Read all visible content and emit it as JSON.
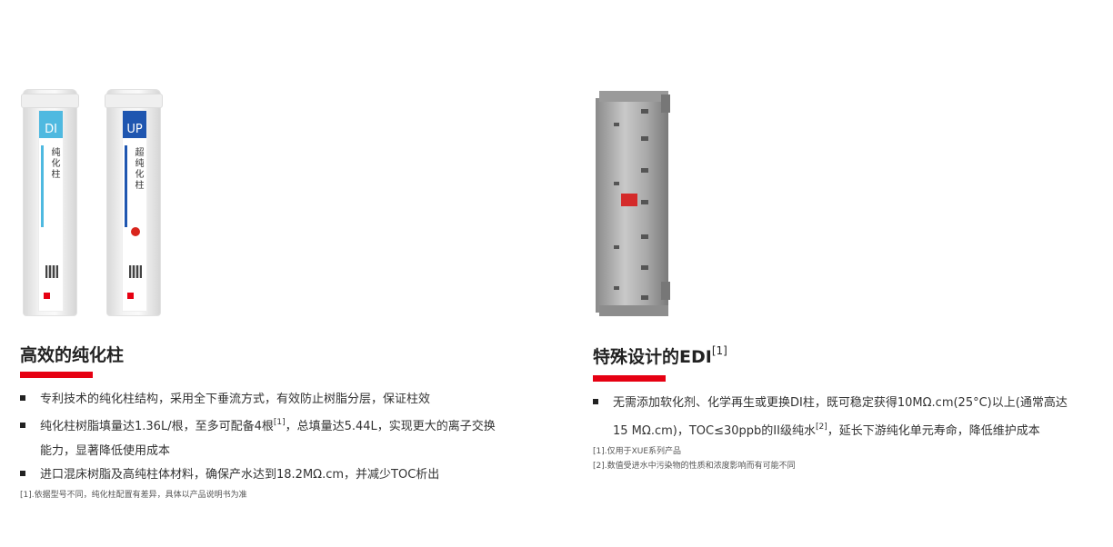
{
  "left": {
    "images": [
      {
        "badge": "DI",
        "name": "纯化柱",
        "color": "#4fb9e0"
      },
      {
        "badge": "UP",
        "name": "超纯化柱",
        "color": "#1f56b0"
      }
    ],
    "title": "高效的纯化柱",
    "bullets": [
      {
        "text": "专利技术的纯化柱结构，采用全下垂流方式，有效防止树脂分层，保证柱效"
      },
      {
        "text_a": "纯化柱树脂填量达1.36L/根，至多可配备4根",
        "sup": "[1]",
        "text_b": "，总填量达5.44L，实现更大的离子交换",
        "text_c": "能力，显著降低使用成本"
      },
      {
        "text": "进口混床树脂及高纯柱体材料，确保产水达到18.2MΩ.cm，并减少TOC析出"
      }
    ],
    "notes": [
      "[1].依据型号不同，纯化柱配置有差异，具体以产品说明书为准"
    ]
  },
  "right": {
    "title": "特殊设计的EDI",
    "title_sup": "[1]",
    "bullet": {
      "line1": "无需添加软化剂、化学再生或更换DI柱，既可稳定获得10MΩ.cm(25°C)以上(通常高达",
      "line2_a": "15 MΩ.cm)，TOC≤30ppb的II级纯水",
      "sup": "[2]",
      "line2_b": "，延长下游纯化单元寿命，降低维护成本"
    },
    "notes": [
      "[1].仅用于XUE系列产品",
      "[2].数值受进水中污染物的性质和浓度影响而有可能不同"
    ]
  },
  "accent": "#e60012"
}
